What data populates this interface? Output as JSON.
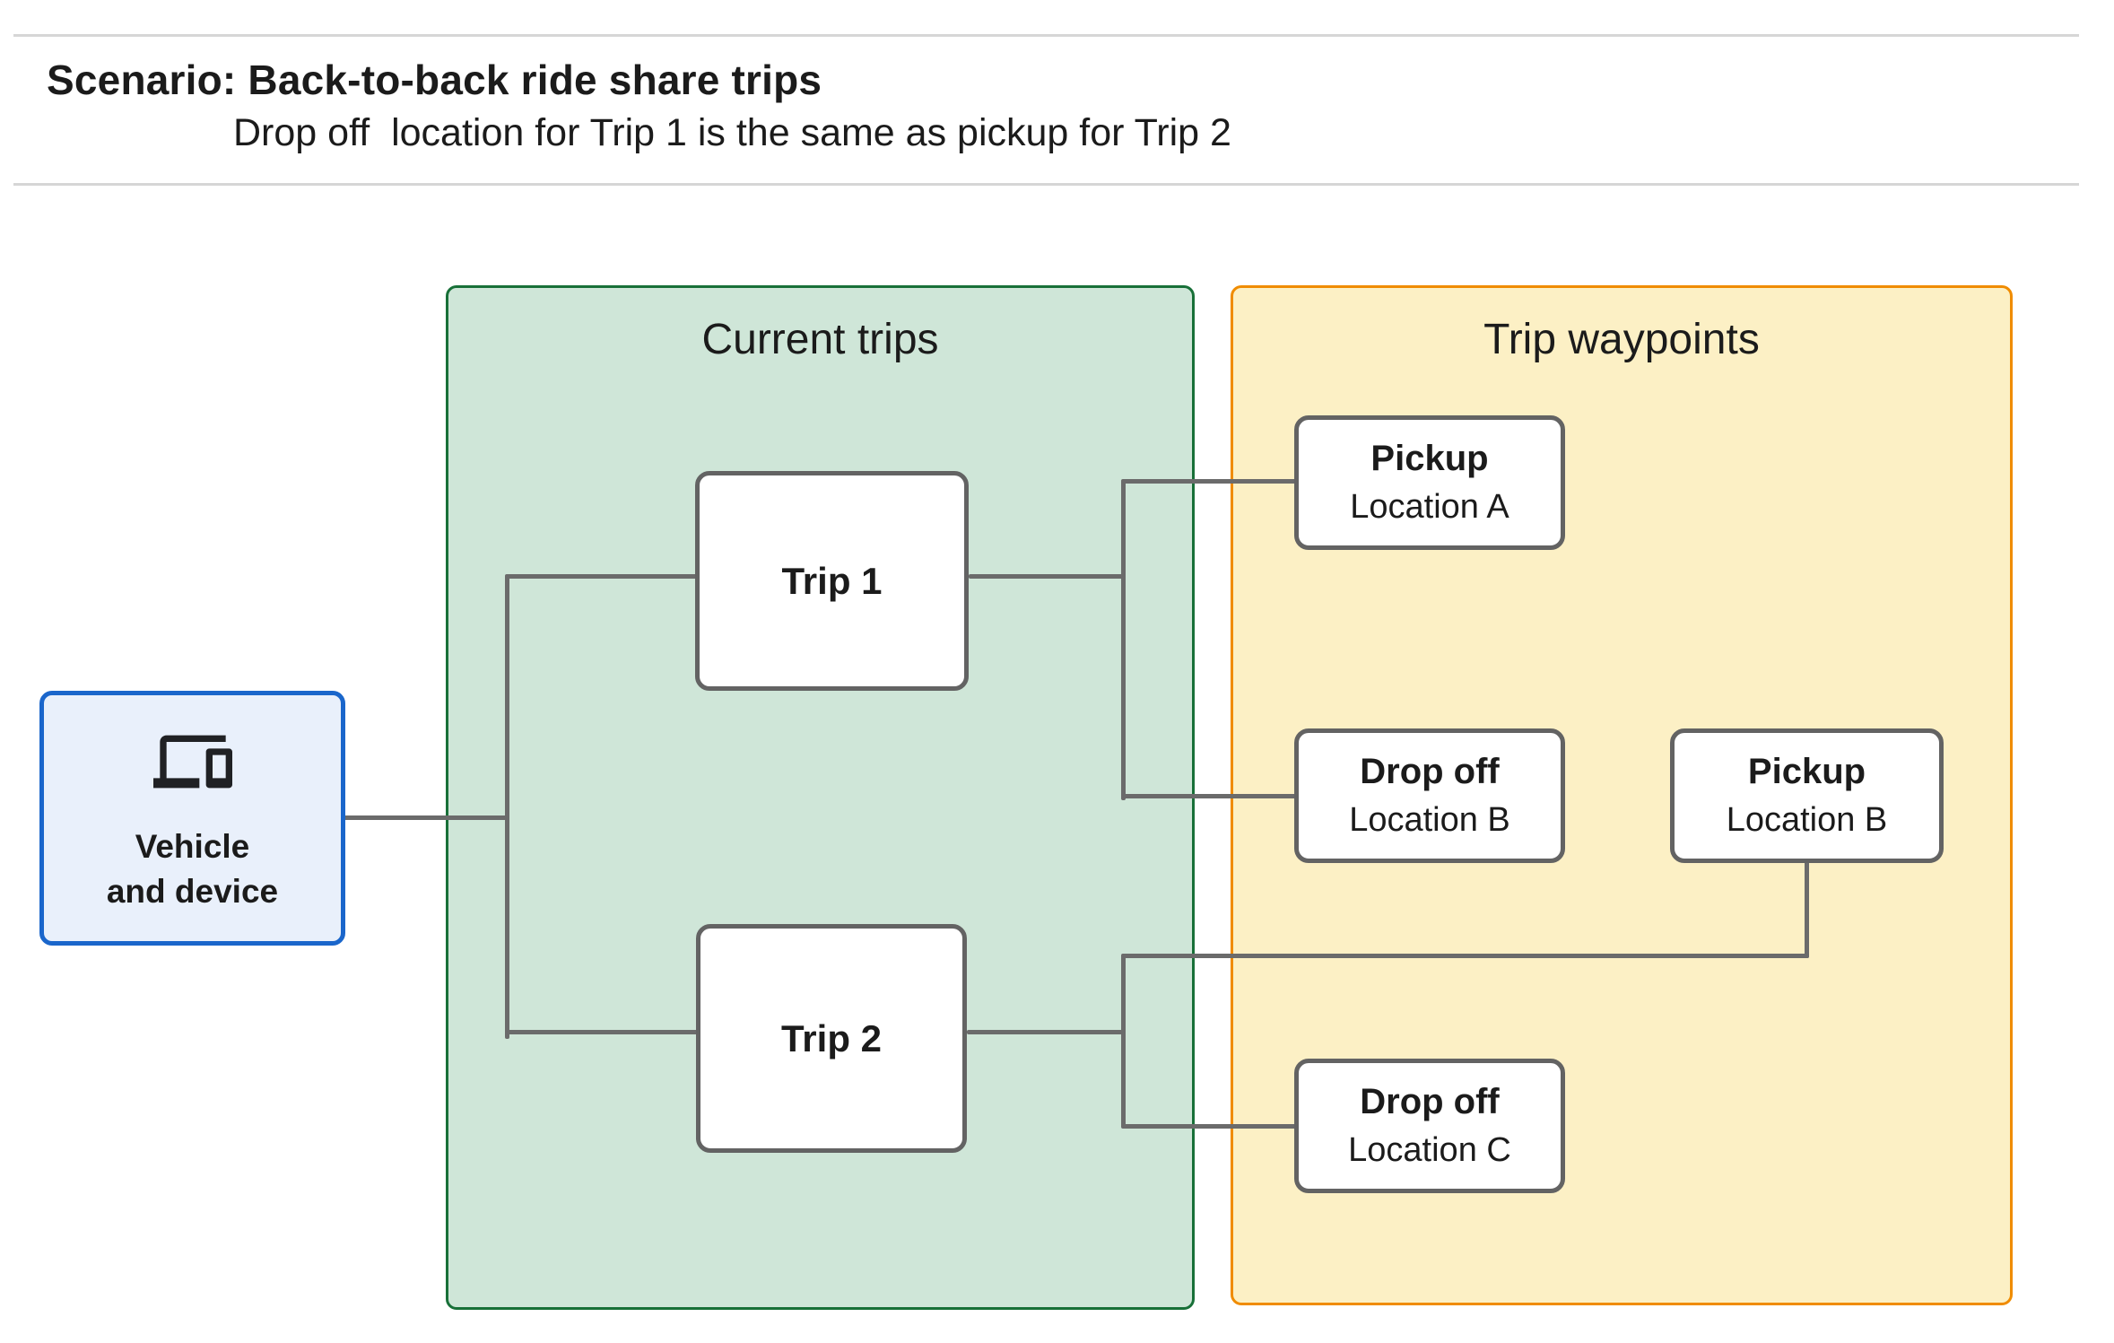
{
  "header": {
    "title": "Scenario: Back-to-back ride share trips",
    "subtitle": "Drop off  location for Trip 1 is the same as pickup for Trip 2"
  },
  "vehicle": {
    "label": "Vehicle\nand device",
    "icon": "devices-icon"
  },
  "groups": {
    "current_trips": {
      "label": "Current trips"
    },
    "trip_waypoints": {
      "label": "Trip waypoints"
    }
  },
  "nodes": {
    "trip1": {
      "label": "Trip 1"
    },
    "trip2": {
      "label": "Trip 2"
    },
    "pickup_a": {
      "title": "Pickup",
      "subtitle": "Location A"
    },
    "dropoff_b": {
      "title": "Drop off",
      "subtitle": "Location B"
    },
    "pickup_b": {
      "title": "Pickup",
      "subtitle": "Location B"
    },
    "dropoff_c": {
      "title": "Drop off",
      "subtitle": "Location C"
    }
  },
  "colors": {
    "page_background": "#FFFFFF",
    "text": "#1B1B1B",
    "divider": "#D6D6D6",
    "current_trips_fill": "#CFE6D8",
    "current_trips_border": "#187038",
    "trip_waypoints_fill": "#FCF0C5",
    "trip_waypoints_border": "#F08C00",
    "vehicle_fill": "#E9F0FB",
    "vehicle_border": "#1A66CB",
    "node_fill": "#FFFFFF",
    "node_border": "#636363",
    "connector": "#6B6B6B",
    "icon": "#202124"
  }
}
